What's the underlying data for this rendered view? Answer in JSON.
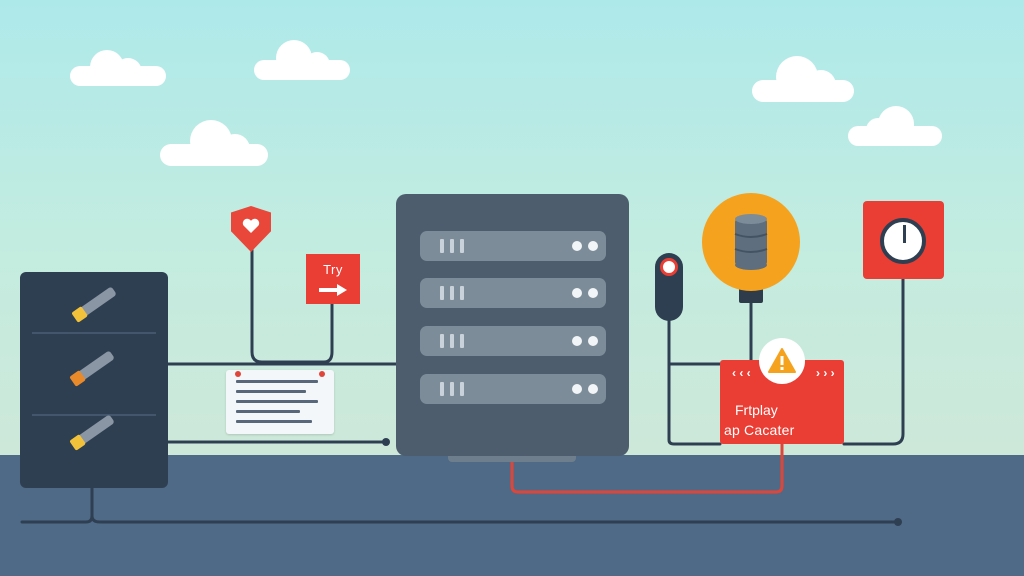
{
  "sign": {
    "label": "Try"
  },
  "alert": {
    "line1": "Frtplay",
    "line2": "ap Cacater"
  },
  "icons": {
    "shield": "shield-heart-icon",
    "warning": "warning-icon",
    "database": "database-icon",
    "gauge": "gauge-icon",
    "probe": "sensor-probe-icon",
    "arrow": "arrow-right-icon",
    "tools": [
      "screwdriver-icon",
      "screwdriver-icon",
      "screwdriver-icon"
    ]
  },
  "colors": {
    "sky": "#aee9ea",
    "ground": "#4f6a87",
    "accent_red": "#ea3d33",
    "accent_orange": "#f5a21f",
    "server": "#4d5d6d",
    "rack": "#2f3f52",
    "wire": "#2f3f52",
    "wire_red": "#e0453a"
  }
}
